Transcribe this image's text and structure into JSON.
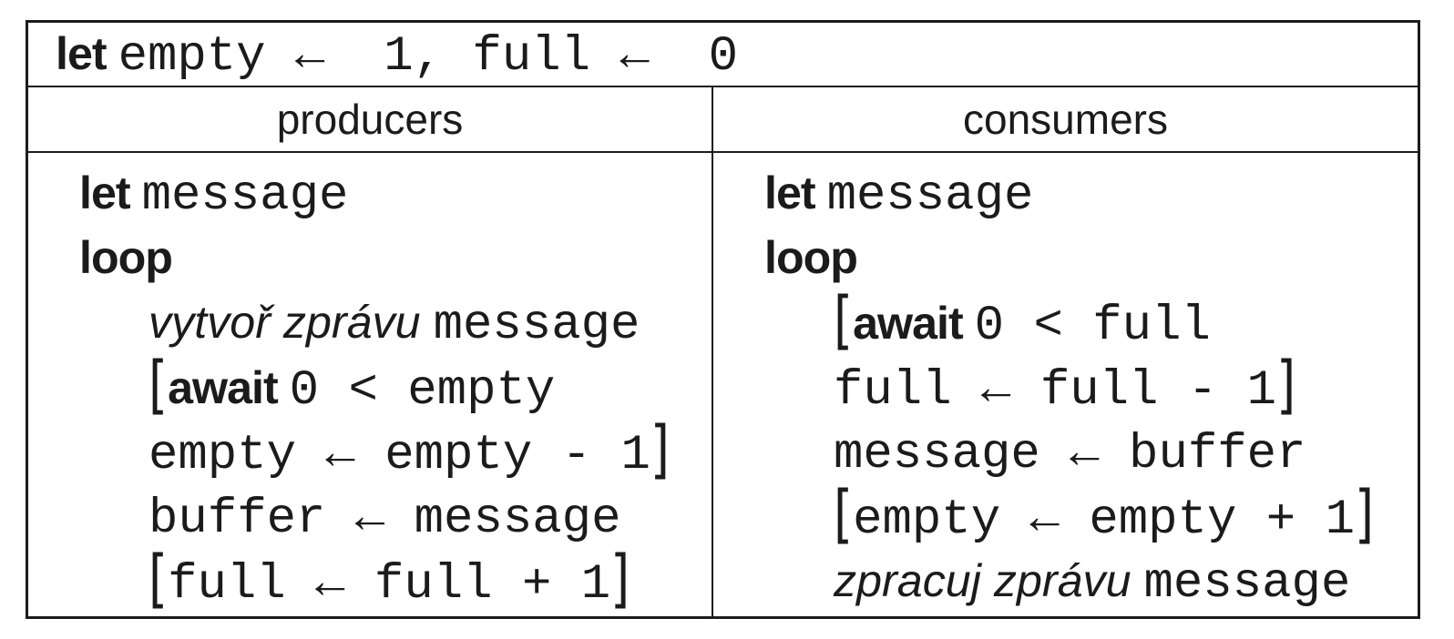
{
  "colors": {
    "background": "#ffffff",
    "border": "#1c1c1c",
    "text": "#1b1b1b"
  },
  "table": {
    "headers": {
      "producers": "producers",
      "consumers": "consumers"
    },
    "global": {
      "lines": [
        {
          "indent": false,
          "segments": [
            {
              "style": "kw",
              "text": "let "
            },
            {
              "style": "code",
              "text": "empty ←  1, full ←  0"
            }
          ]
        }
      ]
    },
    "producers": {
      "lines": [
        {
          "indent": false,
          "segments": [
            {
              "style": "kw",
              "text": "let "
            },
            {
              "style": "code",
              "text": "message"
            }
          ]
        },
        {
          "indent": false,
          "segments": [
            {
              "style": "kw",
              "text": "loop"
            }
          ]
        },
        {
          "indent": true,
          "segments": [
            {
              "style": "em",
              "text": "vytvoř zprávu "
            },
            {
              "style": "code",
              "text": "message"
            }
          ]
        },
        {
          "indent": true,
          "segments": [
            {
              "style": "br",
              "text": "["
            },
            {
              "style": "kw",
              "text": "await "
            },
            {
              "style": "code",
              "text": "0 < empty"
            }
          ]
        },
        {
          "indent": true,
          "segments": [
            {
              "style": "code",
              "text": "empty ← empty - 1"
            },
            {
              "style": "br",
              "text": "]"
            }
          ]
        },
        {
          "indent": true,
          "segments": [
            {
              "style": "code",
              "text": "buffer ← message"
            }
          ]
        },
        {
          "indent": true,
          "segments": [
            {
              "style": "br",
              "text": "["
            },
            {
              "style": "code",
              "text": "full ← full + 1"
            },
            {
              "style": "br",
              "text": "]"
            }
          ]
        }
      ]
    },
    "consumers": {
      "lines": [
        {
          "indent": false,
          "segments": [
            {
              "style": "kw",
              "text": "let "
            },
            {
              "style": "code",
              "text": "message"
            }
          ]
        },
        {
          "indent": false,
          "segments": [
            {
              "style": "kw",
              "text": "loop"
            }
          ]
        },
        {
          "indent": true,
          "segments": [
            {
              "style": "br",
              "text": "["
            },
            {
              "style": "kw",
              "text": "await "
            },
            {
              "style": "code",
              "text": "0 < full"
            }
          ]
        },
        {
          "indent": true,
          "segments": [
            {
              "style": "code",
              "text": "full ← full - 1"
            },
            {
              "style": "br",
              "text": "]"
            }
          ]
        },
        {
          "indent": true,
          "segments": [
            {
              "style": "code",
              "text": "message ← buffer"
            }
          ]
        },
        {
          "indent": true,
          "segments": [
            {
              "style": "br",
              "text": "["
            },
            {
              "style": "code",
              "text": "empty ← empty + 1"
            },
            {
              "style": "br",
              "text": "]"
            }
          ]
        },
        {
          "indent": true,
          "segments": [
            {
              "style": "em",
              "text": "zpracuj zprávu "
            },
            {
              "style": "code",
              "text": "message"
            }
          ]
        }
      ]
    }
  }
}
